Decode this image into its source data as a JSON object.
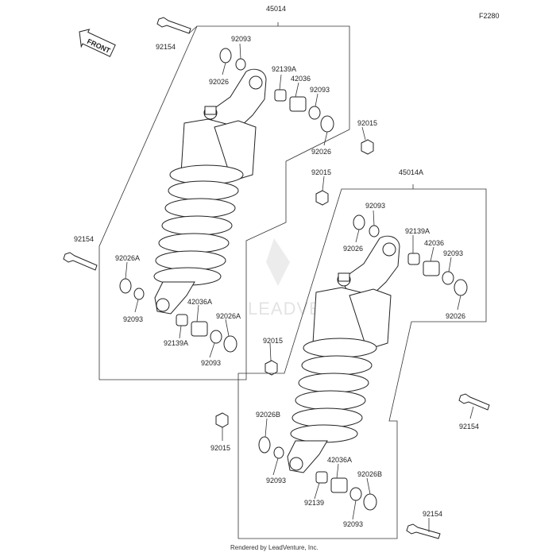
{
  "diagram": {
    "figure_id": "F2280",
    "front_label": "FRONT",
    "watermark": "LEADVENTURE",
    "footer": "Rendered by LeadVenture, Inc.",
    "labels": {
      "a45014": "45014",
      "a92154": "92154",
      "a92093_1": "92093",
      "a92026_1": "92026",
      "a92139A_1": "92139A",
      "a42036_1": "42036",
      "a92093_2": "92093",
      "a92015_1": "92015",
      "a92026_2": "92026",
      "a92154_2": "92154",
      "a92026A": "92026A",
      "a92093_3": "92093",
      "a42036A_1": "42036A",
      "a92026A_2": "92026A",
      "a92139A_2": "92139A",
      "a92093_4": "92093",
      "a92015_2": "92015",
      "b92015": "92015",
      "b45014A": "45014A",
      "b92093_1": "92093",
      "b92026_1": "92026",
      "b92139A": "92139A",
      "b42036": "42036",
      "b92093_2": "92093",
      "b92026_2": "92026",
      "b92154": "92154",
      "b92026B": "92026B",
      "b92015_2": "92015",
      "b92093_3": "92093",
      "b42036A": "42036A",
      "b92026B_2": "92026B",
      "b92139": "92139",
      "b92093_4": "92093",
      "b92154_2": "92154"
    }
  }
}
